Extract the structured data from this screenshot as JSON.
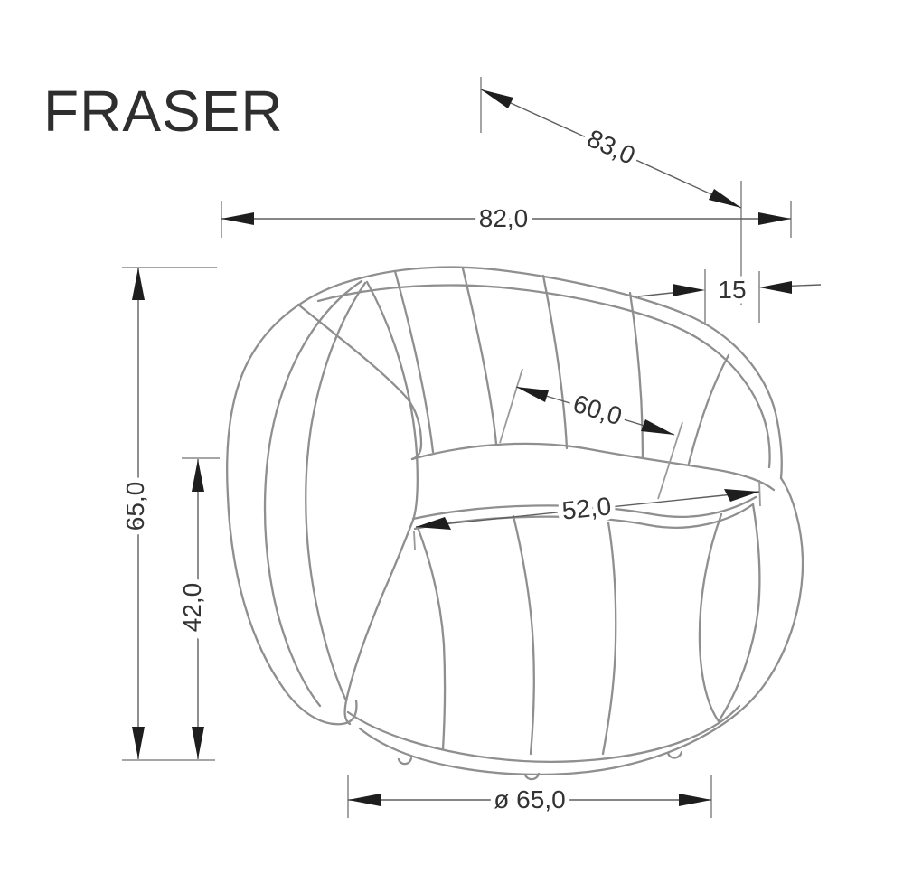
{
  "title": "FRASER",
  "product": {
    "name": "FRASER"
  },
  "dimensions": {
    "diagonal_depth": {
      "label": "83,0",
      "value": 83.0
    },
    "overall_width": {
      "label": "82,0",
      "value": 82.0
    },
    "backrest_thickness": {
      "label": "15",
      "value": 15
    },
    "overall_height": {
      "label": "65,0",
      "value": 65.0
    },
    "seat_height": {
      "label": "42,0",
      "value": 42.0
    },
    "backrest_width": {
      "label": "60,0",
      "value": 60.0
    },
    "seat_width": {
      "label": "52,0",
      "value": 52.0
    },
    "base_diameter": {
      "label": "ø 65,0",
      "value": 65.0
    }
  },
  "colors": {
    "background": "#ffffff",
    "sketch_line": "#8f8f8f",
    "dimension_line": "#5f5f5f",
    "extension_line": "#9a9a9a",
    "arrowhead": "#1e1e1e",
    "text": "#333333",
    "title_text": "#2e2e2e"
  }
}
